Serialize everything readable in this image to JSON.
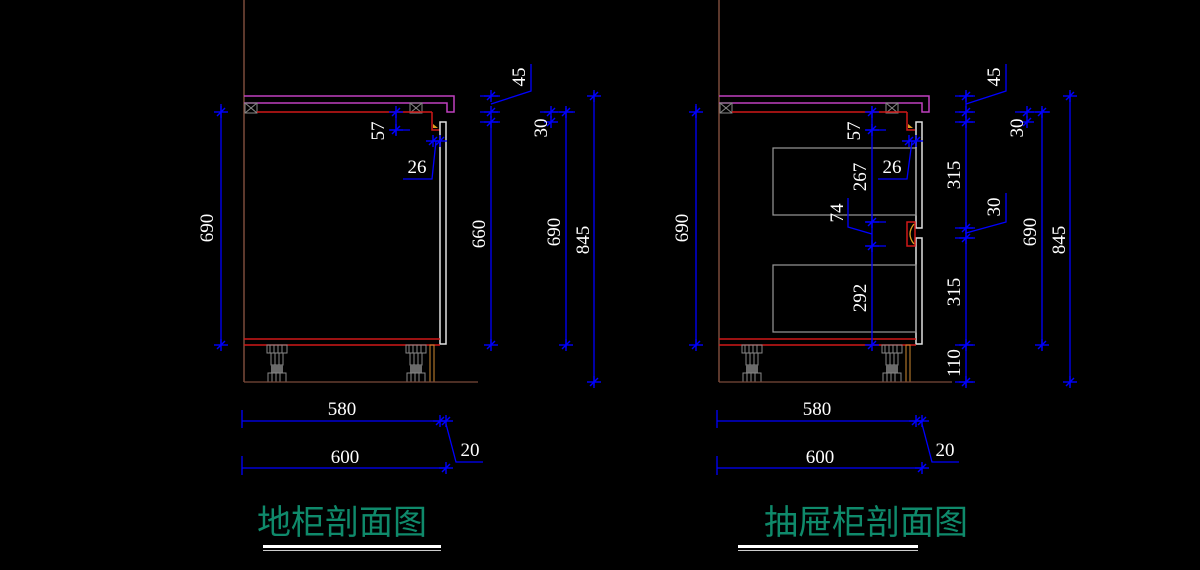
{
  "colors": {
    "background": "#000000",
    "dimension": "#0000ff",
    "countertop": "#c040c0",
    "panel_red": "#d01818",
    "door": "#e0e0e0",
    "wall": "#7a4a3a",
    "leg": "#808080",
    "drawer": "#9a9a9a",
    "handle": "#e0a020",
    "title": "#0f8a6b",
    "text": "#ffffff"
  },
  "drawings": [
    {
      "id": "base-cabinet",
      "title": "地柜剖面图",
      "dimensions": {
        "left_height": "690",
        "top_offset": "57",
        "handle_gap": "26",
        "countertop": "45",
        "right_660": "660",
        "right_30": "30",
        "right_690": "690",
        "total_height": "845",
        "inner_width": "580",
        "total_width": "600",
        "door_thickness": "20"
      }
    },
    {
      "id": "drawer-cabinet",
      "title": "抽屉柜剖面图",
      "dimensions": {
        "left_height": "690",
        "top_offset": "57",
        "handle_gap": "26",
        "drawer_top_height": "267",
        "drawer_gap": "74",
        "drawer_bottom_height": "292",
        "countertop": "45",
        "front_top": "315",
        "front_gap": "30",
        "front_bottom": "315",
        "plinth": "110",
        "right_30": "30",
        "right_690": "690",
        "total_height": "845",
        "inner_width": "580",
        "total_width": "600",
        "door_thickness": "20"
      }
    }
  ]
}
